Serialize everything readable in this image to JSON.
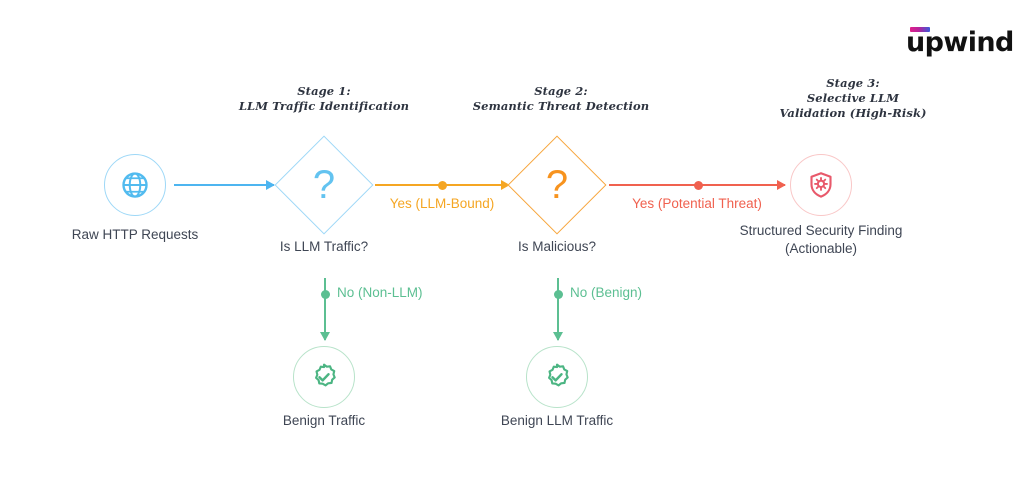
{
  "brand": {
    "name": "upwind",
    "logo_gradient_from": "#e0218a",
    "logo_gradient_to": "#3b5bdb"
  },
  "diagram": {
    "title_stages": [
      {
        "id": "stage-1",
        "caption": "Stage 1:\nLLM Traffic Identification"
      },
      {
        "id": "stage-2",
        "caption": "Stage 2:\nSemantic Threat Detection"
      },
      {
        "id": "stage-3",
        "caption": "Stage 3:\nSelective LLM\nValidation (High-Risk)"
      }
    ],
    "nodes": [
      {
        "id": "raw-http",
        "label": "Raw HTTP Requests",
        "icon": "globe-icon",
        "color": "#63c3f0",
        "shape": "circle"
      },
      {
        "id": "is-llm-traffic",
        "label": "Is LLM Traffic?",
        "icon": "question-mark",
        "color": "#63c3f0",
        "shape": "diamond",
        "glyph": "?"
      },
      {
        "id": "is-malicious",
        "label": "Is Malicious?",
        "icon": "question-mark",
        "color": "#f7931e",
        "shape": "diamond",
        "glyph": "?"
      },
      {
        "id": "security-finding",
        "label": "Structured Security Finding\n(Actionable)",
        "icon": "shield-bug-icon",
        "color": "#ef5b5b",
        "shape": "circle"
      },
      {
        "id": "benign-traffic",
        "label": "Benign Traffic",
        "icon": "verified-check-icon",
        "color": "#4cb583",
        "shape": "circle"
      },
      {
        "id": "benign-llm-traffic",
        "label": "Benign LLM Traffic",
        "icon": "verified-check-icon",
        "color": "#4cb583",
        "shape": "circle"
      }
    ],
    "edges": [
      {
        "id": "edge-raw-to-stage1",
        "label": "",
        "color": "#4db5f0",
        "direction": "right"
      },
      {
        "id": "edge-stage1-yes",
        "label": "Yes (LLM-Bound)",
        "color": "#f5a623",
        "direction": "right"
      },
      {
        "id": "edge-stage2-yes",
        "label": "Yes (Potential Threat)",
        "color": "#f0614f",
        "direction": "right"
      },
      {
        "id": "edge-stage1-no",
        "label": "No (Non-LLM)",
        "color": "#5cbf92",
        "direction": "down"
      },
      {
        "id": "edge-stage2-no",
        "label": "No (Benign)",
        "color": "#5cbf92",
        "direction": "down"
      }
    ]
  }
}
